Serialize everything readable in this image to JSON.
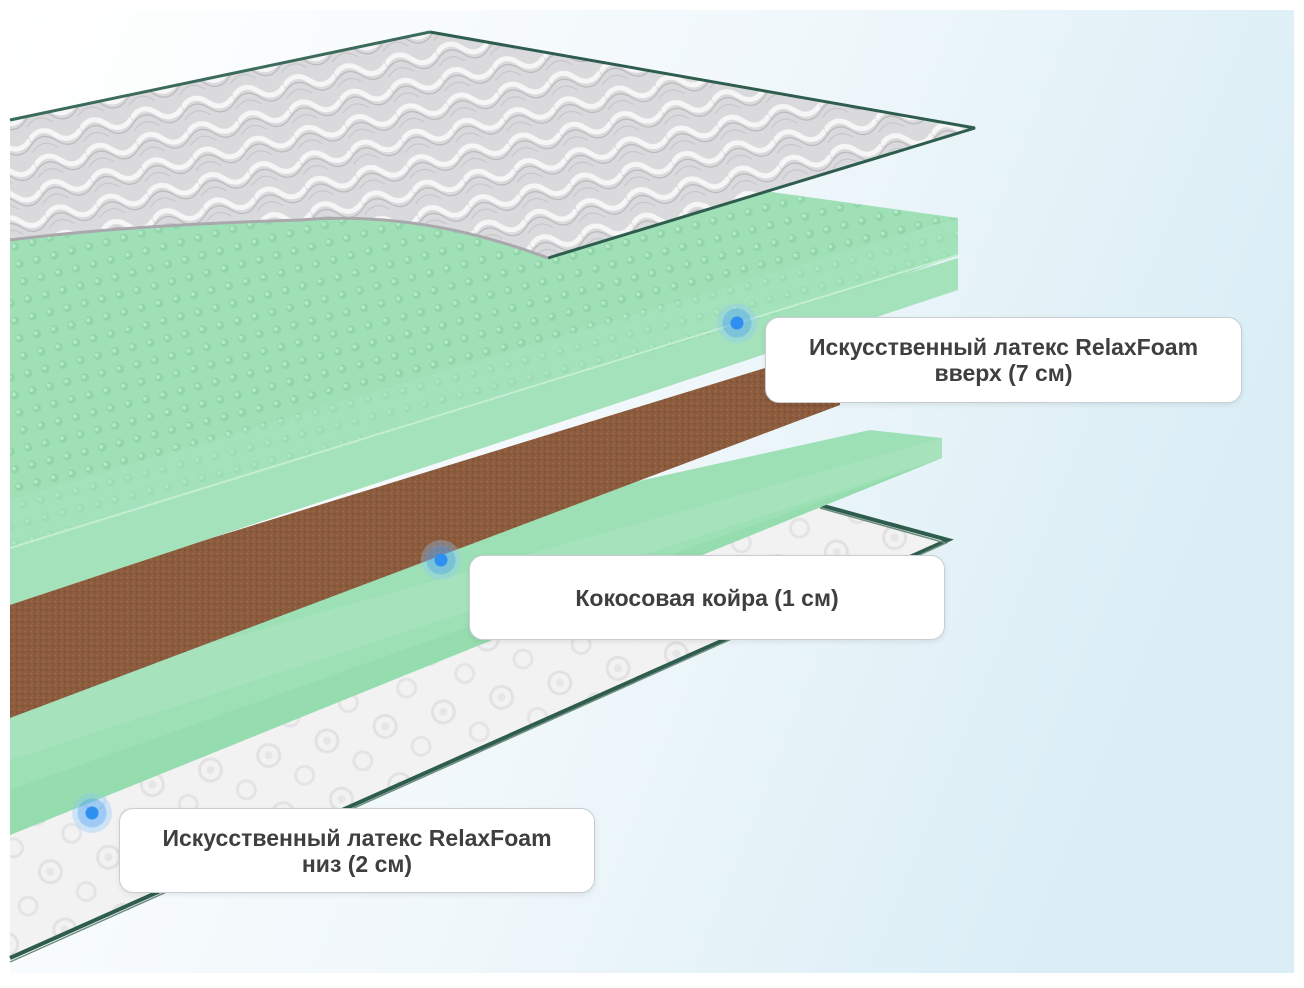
{
  "callouts": {
    "top": {
      "line1": "Искусственный латекс RelaxFoam",
      "line2": "вверх (7 см)"
    },
    "middle": {
      "line1": "Кокосовая койра (1 см)"
    },
    "bottom": {
      "line1": "Искусственный латекс RelaxFoam",
      "line2": "низ (2 см)"
    }
  },
  "colors": {
    "background_tint": "#e6f3f8",
    "quilted_cover": "#d8d8da",
    "latex_green": "#9ee0b6",
    "latex_green_edge": "#8ad6a5",
    "coir_brown": "#8a5a3c",
    "bottom_fabric": "#efefef",
    "piping": "#2e5d4e",
    "marker_blue": "#2f8ff0"
  }
}
